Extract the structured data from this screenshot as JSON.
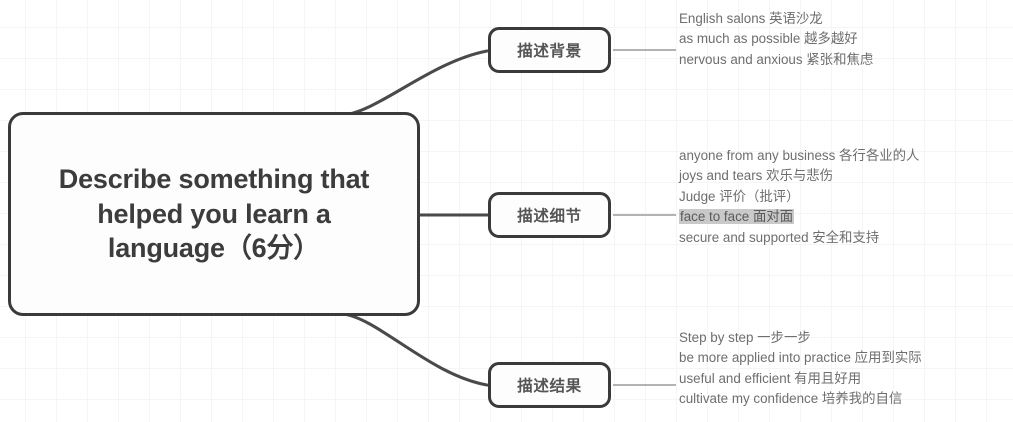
{
  "diagram": {
    "type": "mind-map",
    "title": "Describe something that helped you learn a language (6 分)",
    "colors": {
      "node_border": "#3a3a3a",
      "node_fill": "#fdfdfd",
      "central_text": "#3c3c3c",
      "branch_text": "#555555",
      "detail_text": "#6e6e6e",
      "connector": "#4a4a4a",
      "leaf_connector": "#9a9a9a",
      "background": "#ffffff",
      "grid": "#f4f5f7",
      "highlight": "#c9c9c9"
    },
    "central": {
      "text": "Describe something that helped you learn a language（6分）"
    },
    "branches": [
      {
        "label": "描述背景",
        "details": [
          {
            "text": "English salons 英语沙龙",
            "highlight": false
          },
          {
            "text": "as much as possible 越多越好",
            "highlight": false
          },
          {
            "text": "nervous and anxious 紧张和焦虑",
            "highlight": false
          }
        ]
      },
      {
        "label": "描述细节",
        "details": [
          {
            "text": "anyone from any business 各行各业的人",
            "highlight": false
          },
          {
            "text": "joys and tears 欢乐与悲伤",
            "highlight": false
          },
          {
            "text": "Judge 评价（批评）",
            "highlight": false
          },
          {
            "text": "face to face 面对面",
            "highlight": true
          },
          {
            "text": "secure and supported 安全和支持",
            "highlight": false
          }
        ]
      },
      {
        "label": "描述结果",
        "details": [
          {
            "text": "Step by step 一步一步",
            "highlight": false
          },
          {
            "text": "be more applied into practice 应用到实际",
            "highlight": false
          },
          {
            "text": "useful and efficient 有用且好用",
            "highlight": false
          },
          {
            "text": "cultivate my confidence 培养我的自信",
            "highlight": false
          }
        ]
      }
    ]
  }
}
